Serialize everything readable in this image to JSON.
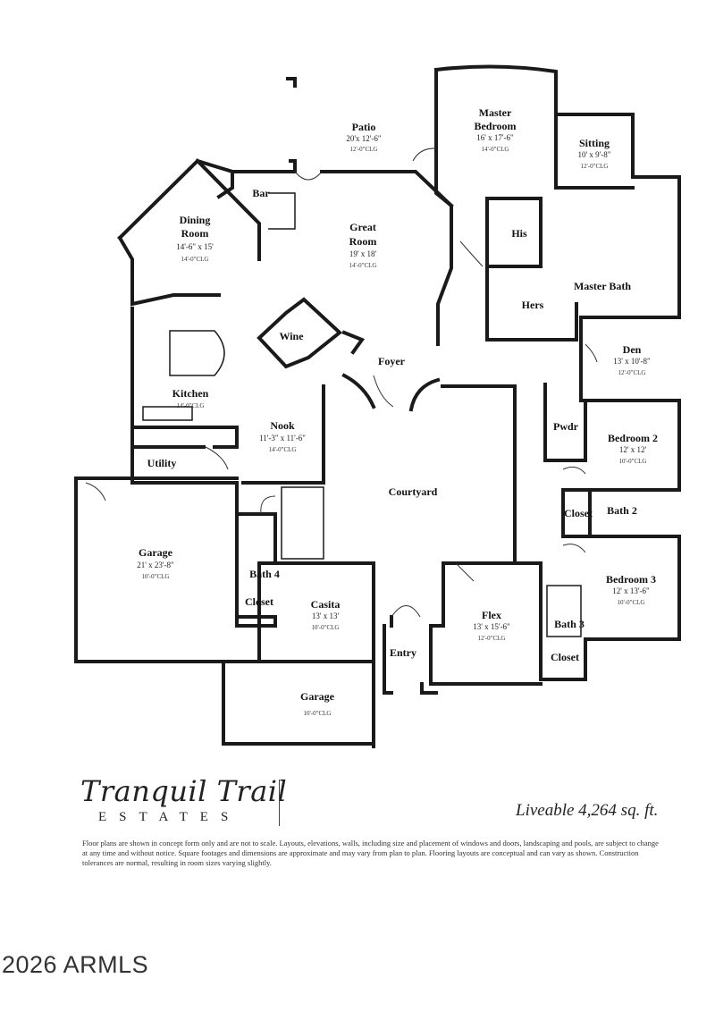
{
  "rooms": {
    "patio": {
      "name": "Patio",
      "dims": "20'x 12'-6\"",
      "clg": "12'-0\"CLG"
    },
    "master_bedroom": {
      "name1": "Master",
      "name2": "Bedroom",
      "dims": "16' x 17'-6\"",
      "clg": "14'-0\"CLG"
    },
    "sitting": {
      "name": "Sitting",
      "dims": "10' x 9'-8\"",
      "clg": "12'-0\"CLG"
    },
    "bar": {
      "name": "Bar"
    },
    "dining": {
      "name1": "Dining",
      "name2": "Room",
      "dims": "14'-6\" x 15'",
      "clg": "14'-0\"CLG"
    },
    "great_room": {
      "name1": "Great",
      "name2": "Room",
      "dims": "19' x 18'",
      "clg": "14'-0\"CLG"
    },
    "his": {
      "name": "His"
    },
    "hers": {
      "name": "Hers"
    },
    "master_bath": {
      "name": "Master Bath"
    },
    "wine": {
      "name": "Wine"
    },
    "den": {
      "name": "Den",
      "dims": "13' x 10'-8\"",
      "clg": "12'-0\"CLG"
    },
    "foyer": {
      "name": "Foyer"
    },
    "kitchen": {
      "name": "Kitchen",
      "clg": "14'-0\"CLG"
    },
    "pwdr": {
      "name": "Pwdr"
    },
    "bedroom2": {
      "name": "Bedroom 2",
      "dims": "12' x 12'",
      "clg": "10'-0\"CLG"
    },
    "nook": {
      "name": "Nook",
      "dims": "11'-3\" x 11'-6\"",
      "clg": "14'-0\"CLG"
    },
    "utility": {
      "name": "Utility"
    },
    "courtyard": {
      "name": "Courtyard"
    },
    "closet_b2": {
      "name": "Closet"
    },
    "bath2": {
      "name": "Bath 2"
    },
    "garage_main": {
      "name": "Garage",
      "dims": "21' x 23'-8\"",
      "clg": "10'-0\"CLG"
    },
    "bath4": {
      "name": "Bath 4"
    },
    "bedroom3": {
      "name": "Bedroom 3",
      "dims": "12' x 13'-6\"",
      "clg": "10'-0\"CLG"
    },
    "closet_b4": {
      "name": "Closet"
    },
    "casita": {
      "name": "Casita",
      "dims": "13' x 13'",
      "clg": "10'-0\"CLG"
    },
    "flex": {
      "name": "Flex",
      "dims": "13' x 15'-6\"",
      "clg": "12'-0\"CLG"
    },
    "bath3": {
      "name": "Bath 3"
    },
    "entry": {
      "name": "Entry"
    },
    "closet_b3": {
      "name": "Closet"
    },
    "garage_small": {
      "name": "Garage",
      "clg": "10'-0\"CLG"
    }
  },
  "branding": {
    "title": "Tranquil Trail",
    "subtitle": "ESTATES",
    "liveable": "Liveable 4,264 sq. ft.",
    "disclaimer": "Floor plans are shown in concept form only and are not to scale. Layouts, elevations, walls, including size and placement of windows and doors, landscaping and pools, are subject to change at any time and without notice. Square footages and dimensions are approximate and may vary from plan to plan. Flooring layouts are conceptual and can vary as shown. Construction tolerances are normal, resulting in room sizes varying slightly."
  },
  "watermark": "2026 ARMLS"
}
